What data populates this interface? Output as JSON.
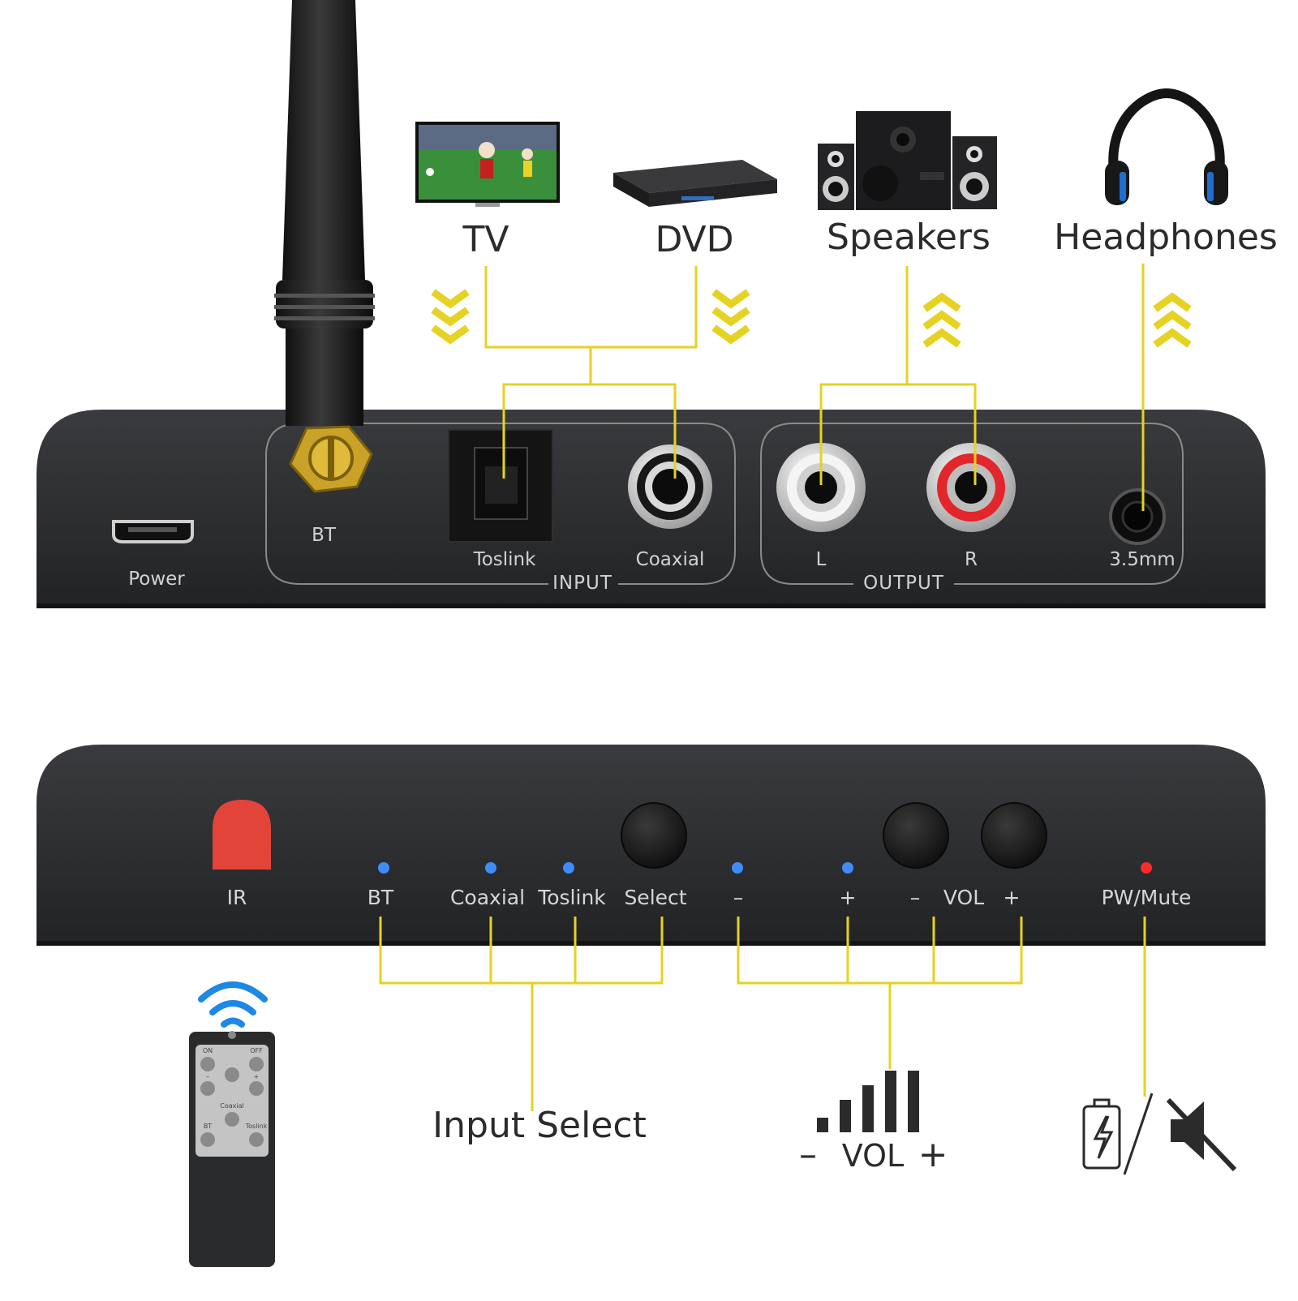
{
  "top_devices": {
    "tv": "TV",
    "dvd": "DVD",
    "speakers": "Speakers",
    "headphones": "Headphones"
  },
  "rear_panel": {
    "power": "Power",
    "bt": "BT",
    "toslink": "Toslink",
    "coaxial": "Coaxial",
    "input": "INPUT",
    "left": "L",
    "right": "R",
    "mm35": "3.5mm",
    "output": "OUTPUT"
  },
  "front_panel": {
    "ir": "IR",
    "bt": "BT",
    "coaxial": "Coaxial",
    "toslink": "Toslink",
    "select": "Select",
    "minus1": "–",
    "plus1": "+",
    "minus2": "–",
    "vol": "VOL",
    "plus2": "+",
    "pw_mute": "PW/Mute"
  },
  "bottom_labels": {
    "input_select": "Input Select",
    "vol_minus": "–",
    "vol": "VOL",
    "vol_plus": "+"
  },
  "remote": {
    "on": "ON",
    "off": "OFF",
    "minus": "–",
    "plus": "+",
    "coaxial": "Coaxial",
    "bt": "BT",
    "toslink": "Toslink"
  },
  "colors": {
    "accent_yellow": "#e6d222",
    "device_body": "#2a2b2d",
    "led_blue": "#3f8cff",
    "led_red": "#ff2a2a",
    "ir_window": "#e2443a",
    "wifi_blue": "#1e88e5"
  }
}
